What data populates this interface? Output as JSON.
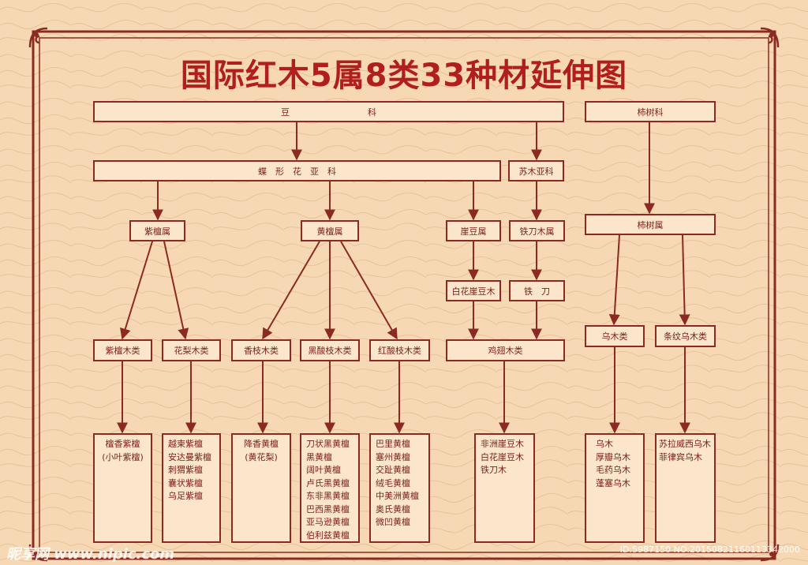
{
  "title": "国际红木5属8类33种材延伸图",
  "colors": {
    "background": "#f6d9b4",
    "frame": "#8b2a22",
    "title": "#b01e1e",
    "box_fill": "#fbe6cc"
  },
  "families": {
    "legume": "豆　　　　　　　　　科",
    "ebony": "柿树科"
  },
  "subfamilies": {
    "papilionoideae": "蝶　形　花　亚　科",
    "caesalpinioideae": "苏木亚科"
  },
  "genera": {
    "pterocarpus": "紫檀属",
    "dalbergia": "黄檀属",
    "millettia": "崖豆属",
    "cassia": "铁刀木属",
    "diospyros": "柿树属"
  },
  "species_groups": {
    "millettia_leucantha": "白花崖豆木",
    "senna": "铁　刀"
  },
  "classes": {
    "red_sandalwood": "紫檀木类",
    "rosewood": "花梨木类",
    "fragrant_branch": "香枝木类",
    "black_acid": "黑酸枝木类",
    "red_acid": "红酸枝木类",
    "wenge": "鸡翅木类",
    "ebony": "乌木类",
    "striped_ebony": "条纹乌木类"
  },
  "species": {
    "red_sandalwood": [
      "檀香紫檀",
      "(小叶紫檀)"
    ],
    "rosewood": [
      "越柬紫檀",
      "安达曼紫檀",
      "刺猬紫檀",
      "囊状紫檀",
      "乌足紫檀"
    ],
    "fragrant_branch": [
      "降香黄檀",
      "(黄花梨)"
    ],
    "black_acid": [
      "刀状黑黄檀",
      "黑黄檀",
      "阔叶黄檀",
      "卢氏黑黄檀",
      "东非黑黄檀",
      "巴西黑黄檀",
      "亚马逊黄檀",
      "伯利兹黄檀"
    ],
    "red_acid": [
      "巴里黄檀",
      "塞州黄檀",
      "交趾黄檀",
      "绒毛黄檀",
      "中美洲黄檀",
      "奥氏黄檀",
      "微凹黄檀"
    ],
    "wenge": [
      "非洲崖豆木",
      "白花崖豆木",
      "铁刀木"
    ],
    "ebony": [
      "乌木",
      "厚瓣乌木",
      "毛药乌木",
      "蓬塞乌木"
    ],
    "striped_ebony": [
      "苏拉威西乌木",
      "菲律宾乌木"
    ]
  },
  "watermark": {
    "site": "昵享网 www.nipic.com",
    "id": "ID:5987150 NO:20150821160113342000"
  }
}
